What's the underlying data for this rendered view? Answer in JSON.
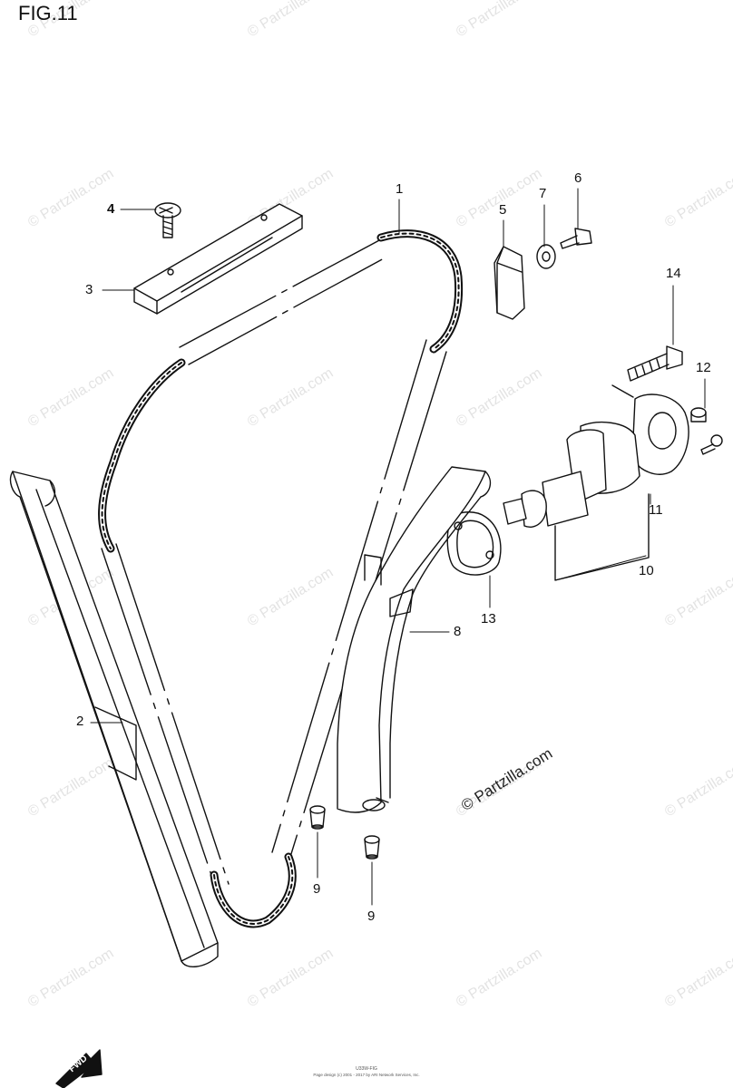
{
  "figure": {
    "title": "FIG.11"
  },
  "callouts": [
    {
      "id": "1",
      "label": "1"
    },
    {
      "id": "2",
      "label": "2"
    },
    {
      "id": "3",
      "label": "3"
    },
    {
      "id": "4",
      "label": "4"
    },
    {
      "id": "5",
      "label": "5"
    },
    {
      "id": "6",
      "label": "6"
    },
    {
      "id": "7",
      "label": "7"
    },
    {
      "id": "8",
      "label": "8"
    },
    {
      "id": "9a",
      "label": "9"
    },
    {
      "id": "9b",
      "label": "9"
    },
    {
      "id": "10",
      "label": "10"
    },
    {
      "id": "11",
      "label": "11"
    },
    {
      "id": "12",
      "label": "12"
    },
    {
      "id": "13",
      "label": "13"
    },
    {
      "id": "14",
      "label": "14"
    }
  ],
  "watermark": {
    "text": "© Partzilla.com"
  },
  "footer": {
    "code": "U33W-FIG",
    "credit": "Page design (c) 2001 - 2017 by ARI Network Services, Inc."
  },
  "direction": {
    "label": "FWD"
  }
}
